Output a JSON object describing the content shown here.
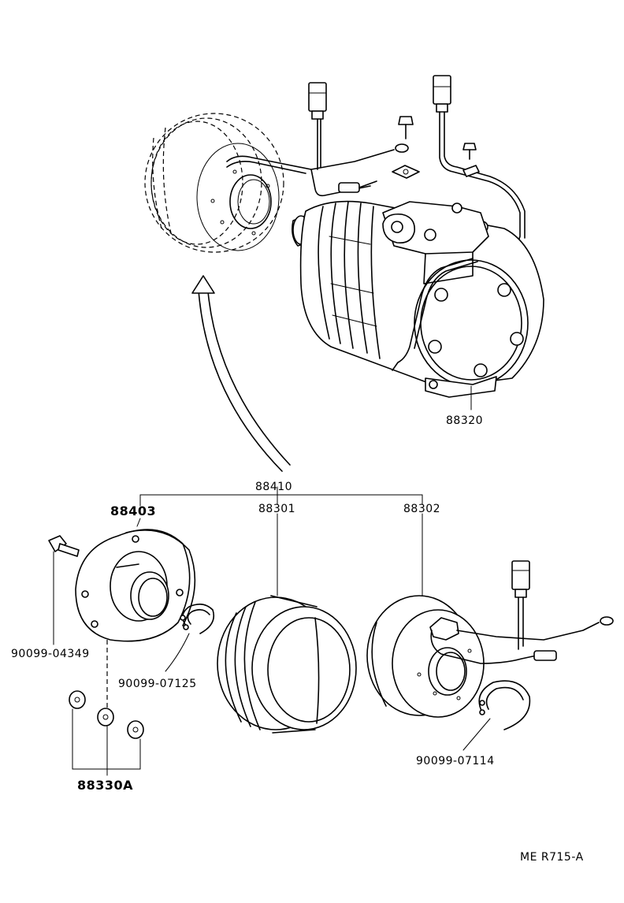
{
  "labels": {
    "compressor": "88320",
    "clutch_assy": "88410",
    "hub": "88403",
    "pulley": "88301",
    "stator": "88302",
    "bolt": "90099-04349",
    "snap_ring_hub": "90099-07125",
    "snap_ring_stator": "90099-07114",
    "shims": "88330A",
    "figure_code": "ME R715-A"
  }
}
